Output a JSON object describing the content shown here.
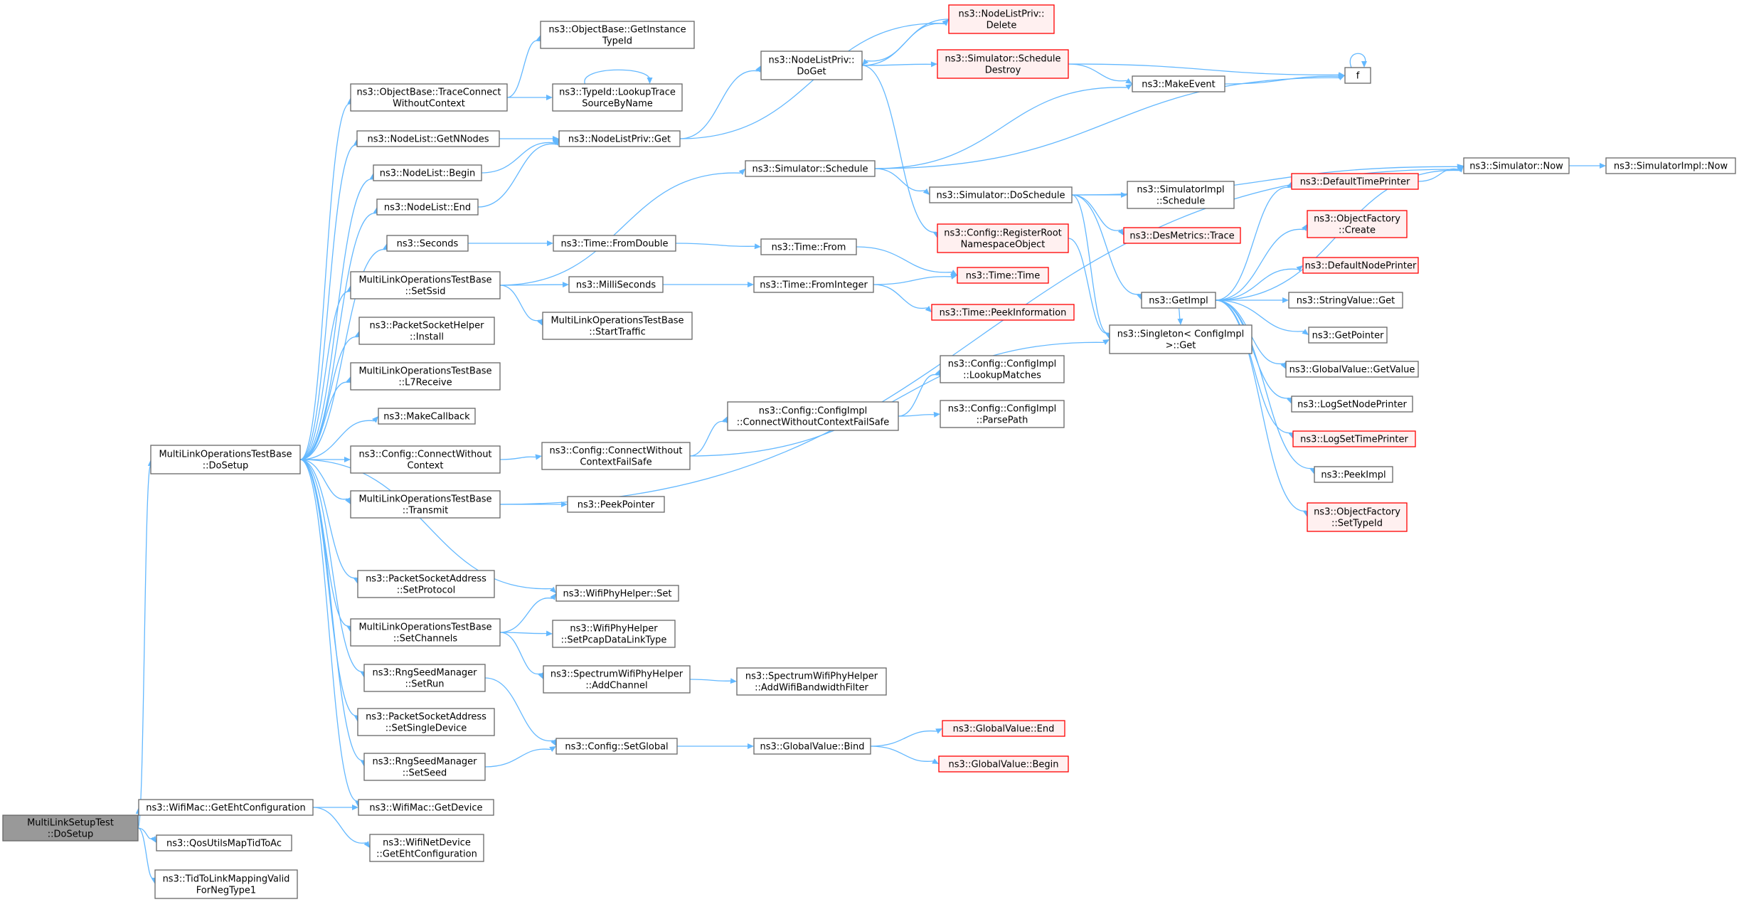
{
  "colors": {
    "normal_fill": "#ffffff",
    "normal_stroke": "#666666",
    "truncated_fill": "#fff0f0",
    "truncated_stroke": "#ff0000",
    "root_fill": "#999999",
    "root_stroke": "#666666",
    "edge": "#63b8ff"
  },
  "nodes": [
    {
      "id": "root",
      "lines": [
        "MultiLinkSetupTest",
        "::DoSetup"
      ],
      "style": "root"
    },
    {
      "id": "mlotb_dosetup",
      "lines": [
        "MultiLinkOperationsTestBase",
        "::DoSetup"
      ],
      "style": "normal"
    },
    {
      "id": "getehtcfg",
      "lines": [
        "ns3::WifiMac::GetEhtConfiguration"
      ],
      "style": "normal"
    },
    {
      "id": "qosmap",
      "lines": [
        "ns3::QosUtilsMapTidToAc"
      ],
      "style": "normal"
    },
    {
      "id": "tidtolink",
      "lines": [
        "ns3::TidToLinkMappingValid",
        "ForNegType1"
      ],
      "style": "normal"
    },
    {
      "id": "traceconnect",
      "lines": [
        "ns3::ObjectBase::TraceConnect",
        "WithoutContext"
      ],
      "style": "normal"
    },
    {
      "id": "getnnodes",
      "lines": [
        "ns3::NodeList::GetNNodes"
      ],
      "style": "normal"
    },
    {
      "id": "nl_begin",
      "lines": [
        "ns3::NodeList::Begin"
      ],
      "style": "normal"
    },
    {
      "id": "nl_end",
      "lines": [
        "ns3::NodeList::End"
      ],
      "style": "normal"
    },
    {
      "id": "seconds",
      "lines": [
        "ns3::Seconds"
      ],
      "style": "normal"
    },
    {
      "id": "setssid",
      "lines": [
        "MultiLinkOperationsTestBase",
        "::SetSsid"
      ],
      "style": "normal"
    },
    {
      "id": "psh_install",
      "lines": [
        "ns3::PacketSocketHelper",
        "::Install"
      ],
      "style": "normal"
    },
    {
      "id": "l7receive",
      "lines": [
        "MultiLinkOperationsTestBase",
        "::L7Receive"
      ],
      "style": "normal"
    },
    {
      "id": "makecallback",
      "lines": [
        "ns3::MakeCallback"
      ],
      "style": "normal"
    },
    {
      "id": "cfg_connect",
      "lines": [
        "ns3::Config::ConnectWithout",
        "Context"
      ],
      "style": "normal"
    },
    {
      "id": "transmit",
      "lines": [
        "MultiLinkOperationsTestBase",
        "::Transmit"
      ],
      "style": "normal"
    },
    {
      "id": "psa_setprotocol",
      "lines": [
        "ns3::PacketSocketAddress",
        "::SetProtocol"
      ],
      "style": "normal"
    },
    {
      "id": "setchannels",
      "lines": [
        "MultiLinkOperationsTestBase",
        "::SetChannels"
      ],
      "style": "normal"
    },
    {
      "id": "rng_setrun",
      "lines": [
        "ns3::RngSeedManager",
        "::SetRun"
      ],
      "style": "normal"
    },
    {
      "id": "psa_setsingle",
      "lines": [
        "ns3::PacketSocketAddress",
        "::SetSingleDevice"
      ],
      "style": "normal"
    },
    {
      "id": "rng_setseed",
      "lines": [
        "ns3::RngSeedManager",
        "::SetSeed"
      ],
      "style": "normal"
    },
    {
      "id": "getdevice",
      "lines": [
        "ns3::WifiMac::GetDevice"
      ],
      "style": "normal"
    },
    {
      "id": "wnd_getehtcfg",
      "lines": [
        "ns3::WifiNetDevice",
        "::GetEhtConfiguration"
      ],
      "style": "normal"
    },
    {
      "id": "getinstancetypeid",
      "lines": [
        "ns3::ObjectBase::GetInstance",
        "TypeId"
      ],
      "style": "normal"
    },
    {
      "id": "lookuptrace",
      "lines": [
        "ns3::TypeId::LookupTrace",
        "SourceByName"
      ],
      "style": "normal"
    },
    {
      "id": "nlp_get",
      "lines": [
        "ns3::NodeListPriv::Get"
      ],
      "style": "normal"
    },
    {
      "id": "time_fromdouble",
      "lines": [
        "ns3::Time::FromDouble"
      ],
      "style": "normal"
    },
    {
      "id": "millis",
      "lines": [
        "ns3::MilliSeconds"
      ],
      "style": "normal"
    },
    {
      "id": "starttraffic",
      "lines": [
        "MultiLinkOperationsTestBase",
        "::StartTraffic"
      ],
      "style": "normal"
    },
    {
      "id": "cfg_connectfailsafe",
      "lines": [
        "ns3::Config::ConnectWithout",
        "ContextFailSafe"
      ],
      "style": "normal"
    },
    {
      "id": "peekpointer",
      "lines": [
        "ns3::PeekPointer"
      ],
      "style": "normal"
    },
    {
      "id": "wph_set",
      "lines": [
        "ns3::WifiPhyHelper::Set"
      ],
      "style": "normal"
    },
    {
      "id": "wph_setpcap",
      "lines": [
        "ns3::WifiPhyHelper",
        "::SetPcapDataLinkType"
      ],
      "style": "normal"
    },
    {
      "id": "swph_addchannel",
      "lines": [
        "ns3::SpectrumWifiPhyHelper",
        "::AddChannel"
      ],
      "style": "normal"
    },
    {
      "id": "cfg_setglobal",
      "lines": [
        "ns3::Config::SetGlobal"
      ],
      "style": "normal"
    },
    {
      "id": "nlp_doget",
      "lines": [
        "ns3::NodeListPriv::",
        "DoGet"
      ],
      "style": "normal"
    },
    {
      "id": "sim_schedule",
      "lines": [
        "ns3::Simulator::Schedule"
      ],
      "style": "normal"
    },
    {
      "id": "time_from",
      "lines": [
        "ns3::Time::From"
      ],
      "style": "normal"
    },
    {
      "id": "time_fromint",
      "lines": [
        "ns3::Time::FromInteger"
      ],
      "style": "normal"
    },
    {
      "id": "ci_connectfailsafe",
      "lines": [
        "ns3::Config::ConfigImpl",
        "::ConnectWithoutContextFailSafe"
      ],
      "style": "normal"
    },
    {
      "id": "swph_addbw",
      "lines": [
        "ns3::SpectrumWifiPhyHelper",
        "::AddWifiBandwidthFilter"
      ],
      "style": "normal"
    },
    {
      "id": "gv_bind",
      "lines": [
        "ns3::GlobalValue::Bind"
      ],
      "style": "normal"
    },
    {
      "id": "nlp_delete",
      "lines": [
        "ns3::NodeListPriv::",
        "Delete"
      ],
      "style": "truncated"
    },
    {
      "id": "sim_scheddestroy",
      "lines": [
        "ns3::Simulator::Schedule",
        "Destroy"
      ],
      "style": "truncated"
    },
    {
      "id": "sim_doschedule",
      "lines": [
        "ns3::Simulator::DoSchedule"
      ],
      "style": "normal"
    },
    {
      "id": "cfg_registerroot",
      "lines": [
        "ns3::Config::RegisterRoot",
        "NamespaceObject"
      ],
      "style": "truncated"
    },
    {
      "id": "time_time",
      "lines": [
        "ns3::Time::Time"
      ],
      "style": "truncated"
    },
    {
      "id": "time_peekinfo",
      "lines": [
        "ns3::Time::PeekInformation"
      ],
      "style": "truncated"
    },
    {
      "id": "ci_lookupmatches",
      "lines": [
        "ns3::Config::ConfigImpl",
        "::LookupMatches"
      ],
      "style": "normal"
    },
    {
      "id": "ci_parsepath",
      "lines": [
        "ns3::Config::ConfigImpl",
        "::ParsePath"
      ],
      "style": "normal"
    },
    {
      "id": "gv_end",
      "lines": [
        "ns3::GlobalValue::End"
      ],
      "style": "truncated"
    },
    {
      "id": "gv_begin",
      "lines": [
        "ns3::GlobalValue::Begin"
      ],
      "style": "truncated"
    },
    {
      "id": "makeevent",
      "lines": [
        "ns3::MakeEvent"
      ],
      "style": "normal"
    },
    {
      "id": "simimpl_schedule",
      "lines": [
        "ns3::SimulatorImpl",
        "::Schedule"
      ],
      "style": "normal"
    },
    {
      "id": "desmetrics",
      "lines": [
        "ns3::DesMetrics::Trace"
      ],
      "style": "truncated"
    },
    {
      "id": "getimpl",
      "lines": [
        "ns3::GetImpl"
      ],
      "style": "normal"
    },
    {
      "id": "singleton_get",
      "lines": [
        "ns3::Singleton< ConfigImpl",
        ">::Get"
      ],
      "style": "normal"
    },
    {
      "id": "f",
      "lines": [
        "f"
      ],
      "style": "normal"
    },
    {
      "id": "defaulttimeprinter",
      "lines": [
        "ns3::DefaultTimePrinter"
      ],
      "style": "truncated"
    },
    {
      "id": "of_create",
      "lines": [
        "ns3::ObjectFactory",
        "::Create"
      ],
      "style": "truncated"
    },
    {
      "id": "defaultnodeprinter",
      "lines": [
        "ns3::DefaultNodePrinter"
      ],
      "style": "truncated"
    },
    {
      "id": "stringvalue_get",
      "lines": [
        "ns3::StringValue::Get"
      ],
      "style": "normal"
    },
    {
      "id": "getpointer",
      "lines": [
        "ns3::GetPointer"
      ],
      "style": "normal"
    },
    {
      "id": "gv_getvalue",
      "lines": [
        "ns3::GlobalValue::GetValue"
      ],
      "style": "normal"
    },
    {
      "id": "logsetnodeprinter",
      "lines": [
        "ns3::LogSetNodePrinter"
      ],
      "style": "normal"
    },
    {
      "id": "logsettimeprinter",
      "lines": [
        "ns3::LogSetTimePrinter"
      ],
      "style": "truncated"
    },
    {
      "id": "peekimpl",
      "lines": [
        "ns3::PeekImpl"
      ],
      "style": "normal"
    },
    {
      "id": "of_settypeid",
      "lines": [
        "ns3::ObjectFactory",
        "::SetTypeId"
      ],
      "style": "truncated"
    },
    {
      "id": "sim_now",
      "lines": [
        "ns3::Simulator::Now"
      ],
      "style": "normal"
    },
    {
      "id": "simimpl_now",
      "lines": [
        "ns3::SimulatorImpl::Now"
      ],
      "style": "normal"
    }
  ],
  "edges": [
    [
      "root",
      "mlotb_dosetup"
    ],
    [
      "root",
      "getehtcfg"
    ],
    [
      "root",
      "qosmap"
    ],
    [
      "root",
      "tidtolink"
    ],
    [
      "mlotb_dosetup",
      "traceconnect"
    ],
    [
      "mlotb_dosetup",
      "getnnodes"
    ],
    [
      "mlotb_dosetup",
      "nl_begin"
    ],
    [
      "mlotb_dosetup",
      "nl_end"
    ],
    [
      "mlotb_dosetup",
      "seconds"
    ],
    [
      "mlotb_dosetup",
      "setssid"
    ],
    [
      "mlotb_dosetup",
      "psh_install"
    ],
    [
      "mlotb_dosetup",
      "l7receive"
    ],
    [
      "mlotb_dosetup",
      "makecallback"
    ],
    [
      "mlotb_dosetup",
      "cfg_connect"
    ],
    [
      "mlotb_dosetup",
      "transmit"
    ],
    [
      "mlotb_dosetup",
      "psa_setprotocol"
    ],
    [
      "mlotb_dosetup",
      "wph_set"
    ],
    [
      "mlotb_dosetup",
      "setchannels"
    ],
    [
      "mlotb_dosetup",
      "rng_setrun"
    ],
    [
      "mlotb_dosetup",
      "psa_setsingle"
    ],
    [
      "mlotb_dosetup",
      "rng_setseed"
    ],
    [
      "mlotb_dosetup",
      "getdevice"
    ],
    [
      "getehtcfg",
      "getdevice"
    ],
    [
      "getehtcfg",
      "wnd_getehtcfg"
    ],
    [
      "traceconnect",
      "getinstancetypeid"
    ],
    [
      "traceconnect",
      "lookuptrace"
    ],
    [
      "lookuptrace",
      "lookuptrace"
    ],
    [
      "getnnodes",
      "nlp_get"
    ],
    [
      "nl_begin",
      "nlp_get"
    ],
    [
      "nl_end",
      "nlp_get"
    ],
    [
      "seconds",
      "time_fromdouble"
    ],
    [
      "setssid",
      "sim_schedule"
    ],
    [
      "setssid",
      "millis"
    ],
    [
      "setssid",
      "starttraffic"
    ],
    [
      "cfg_connect",
      "cfg_connectfailsafe"
    ],
    [
      "transmit",
      "peekpointer"
    ],
    [
      "transmit",
      "sim_now"
    ],
    [
      "setchannels",
      "wph_set"
    ],
    [
      "setchannels",
      "wph_setpcap"
    ],
    [
      "setchannels",
      "swph_addchannel"
    ],
    [
      "rng_setrun",
      "cfg_setglobal"
    ],
    [
      "rng_setseed",
      "cfg_setglobal"
    ],
    [
      "nlp_get",
      "nlp_doget"
    ],
    [
      "nlp_get",
      "nlp_delete"
    ],
    [
      "time_fromdouble",
      "time_from"
    ],
    [
      "millis",
      "time_fromint"
    ],
    [
      "cfg_connectfailsafe",
      "ci_connectfailsafe"
    ],
    [
      "cfg_connectfailsafe",
      "singleton_get"
    ],
    [
      "swph_addchannel",
      "swph_addbw"
    ],
    [
      "cfg_setglobal",
      "gv_bind"
    ],
    [
      "nlp_doget",
      "nlp_delete"
    ],
    [
      "nlp_doget",
      "sim_scheddestroy"
    ],
    [
      "nlp_doget",
      "cfg_registerroot"
    ],
    [
      "sim_schedule",
      "makeevent"
    ],
    [
      "sim_schedule",
      "f"
    ],
    [
      "sim_schedule",
      "sim_doschedule"
    ],
    [
      "time_from",
      "time_time"
    ],
    [
      "time_fromint",
      "time_time"
    ],
    [
      "time_fromint",
      "time_peekinfo"
    ],
    [
      "ci_connectfailsafe",
      "ci_lookupmatches"
    ],
    [
      "ci_connectfailsafe",
      "ci_parsepath"
    ],
    [
      "gv_bind",
      "gv_end"
    ],
    [
      "gv_bind",
      "gv_begin"
    ],
    [
      "nlp_delete",
      "nlp_doget"
    ],
    [
      "sim_scheddestroy",
      "makeevent"
    ],
    [
      "sim_scheddestroy",
      "f"
    ],
    [
      "sim_doschedule",
      "sim_now"
    ],
    [
      "sim_doschedule",
      "simimpl_schedule"
    ],
    [
      "sim_doschedule",
      "desmetrics"
    ],
    [
      "sim_doschedule",
      "getimpl"
    ],
    [
      "sim_doschedule",
      "singleton_get"
    ],
    [
      "cfg_registerroot",
      "singleton_get"
    ],
    [
      "makeevent",
      "f"
    ],
    [
      "f",
      "f"
    ],
    [
      "getimpl",
      "defaulttimeprinter"
    ],
    [
      "getimpl",
      "of_create"
    ],
    [
      "getimpl",
      "defaultnodeprinter"
    ],
    [
      "getimpl",
      "stringvalue_get"
    ],
    [
      "getimpl",
      "getpointer"
    ],
    [
      "getimpl",
      "gv_getvalue"
    ],
    [
      "getimpl",
      "logsetnodeprinter"
    ],
    [
      "getimpl",
      "logsettimeprinter"
    ],
    [
      "getimpl",
      "peekimpl"
    ],
    [
      "getimpl",
      "of_settypeid"
    ],
    [
      "getimpl",
      "sim_now"
    ],
    [
      "getimpl",
      "singleton_get"
    ],
    [
      "defaulttimeprinter",
      "sim_now"
    ],
    [
      "sim_now",
      "simimpl_now"
    ]
  ]
}
